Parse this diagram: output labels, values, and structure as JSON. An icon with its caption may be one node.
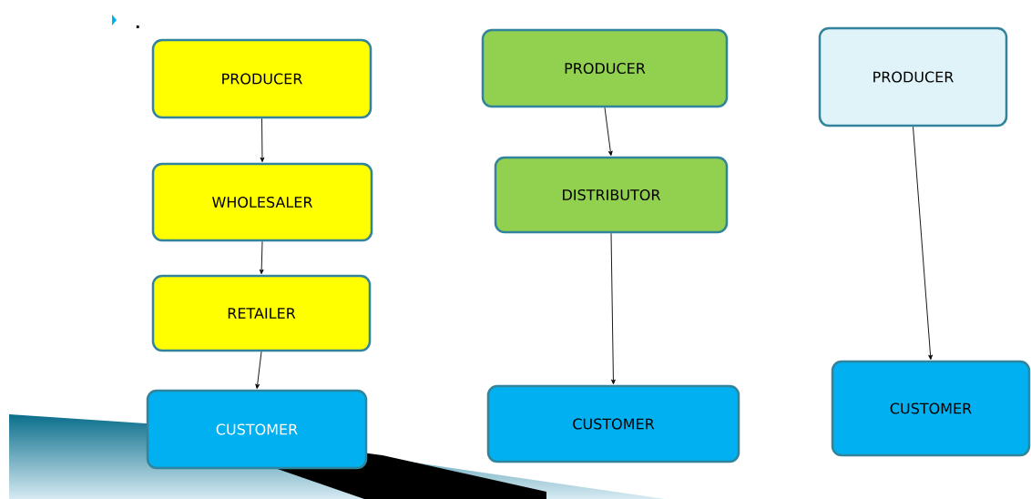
{
  "diagram": {
    "nodes": [
      {
        "text": [
          "PRODUCER"
        ]
      },
      {
        "text": [
          "WHOLESALER"
        ]
      },
      {
        "text": [
          "RETAILER"
        ]
      },
      {
        "text": [
          "CUSTOMER"
        ]
      },
      {
        "text": [
          "PRODUCER"
        ]
      },
      {
        "text": [
          "DISTRIBUTOR"
        ]
      },
      {
        "text": [
          "CUSTOMER"
        ]
      },
      {
        "text": [
          "PRODUCER"
        ]
      },
      {
        "text": [
          "CUSTOMER"
        ]
      }
    ],
    "edges": [
      {
        "from": 0,
        "to": 1,
        "arrow": "to"
      },
      {
        "from": 1,
        "to": 2,
        "arrow": "to"
      },
      {
        "from": 2,
        "to": 3,
        "arrow": "to"
      },
      {
        "from": 4,
        "to": 5,
        "arrow": "to"
      },
      {
        "from": 5,
        "to": 6,
        "arrow": "to"
      },
      {
        "from": 7,
        "to": 8,
        "arrow": "to"
      }
    ],
    "labels": [
      "."
    ]
  }
}
